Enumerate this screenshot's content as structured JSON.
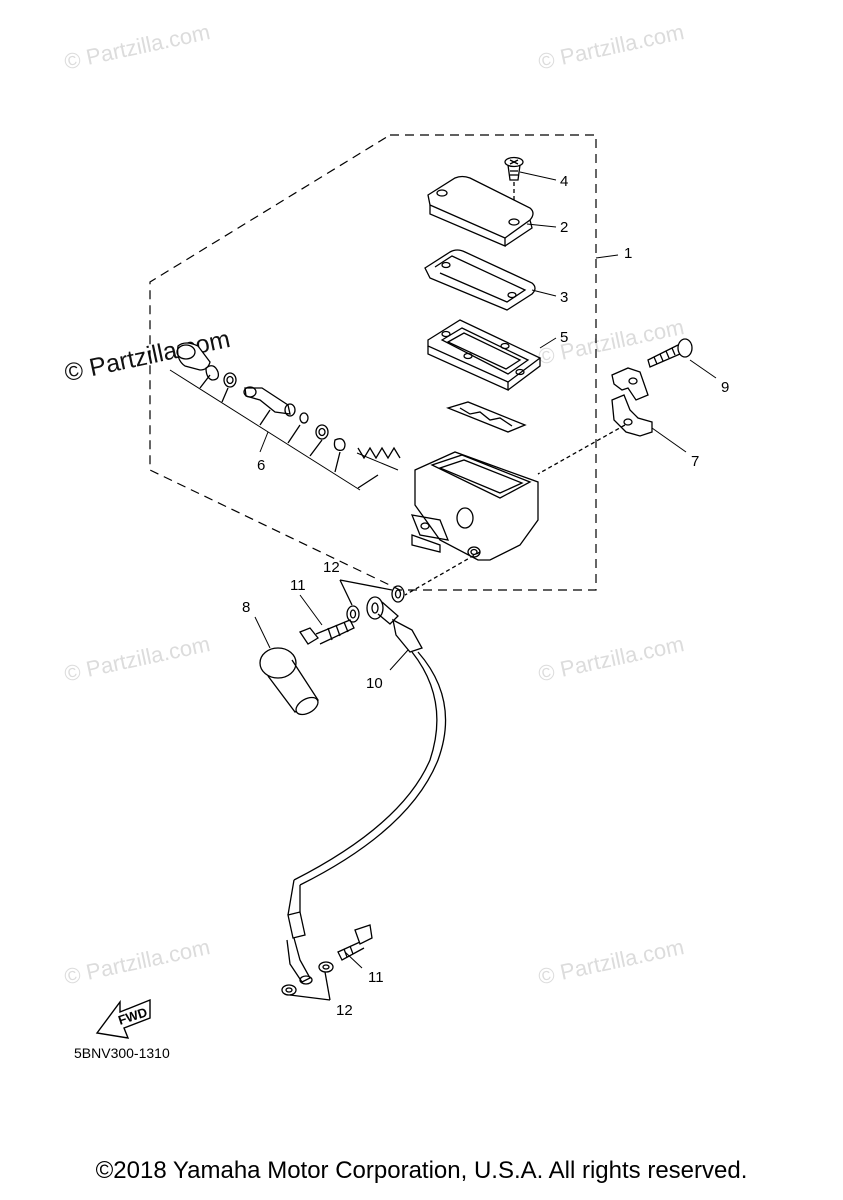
{
  "watermark": {
    "main": "© Partzilla.com",
    "faint": "© Partzilla.com"
  },
  "diagram": {
    "code": "5BNV300-1310",
    "fwd_label": "FWD",
    "callouts": {
      "c1": "1",
      "c2": "2",
      "c3": "3",
      "c4": "4",
      "c5": "5",
      "c6": "6",
      "c7": "7",
      "c8": "8",
      "c9": "9",
      "c10": "10",
      "c11a": "11",
      "c11b": "11",
      "c12a": "12",
      "c12b": "12"
    }
  },
  "footer": {
    "copyright": "©2018 Yamaha Motor Corporation, U.S.A. All rights reserved."
  },
  "colors": {
    "line": "#000000",
    "watermark": "#dcdcdc"
  }
}
